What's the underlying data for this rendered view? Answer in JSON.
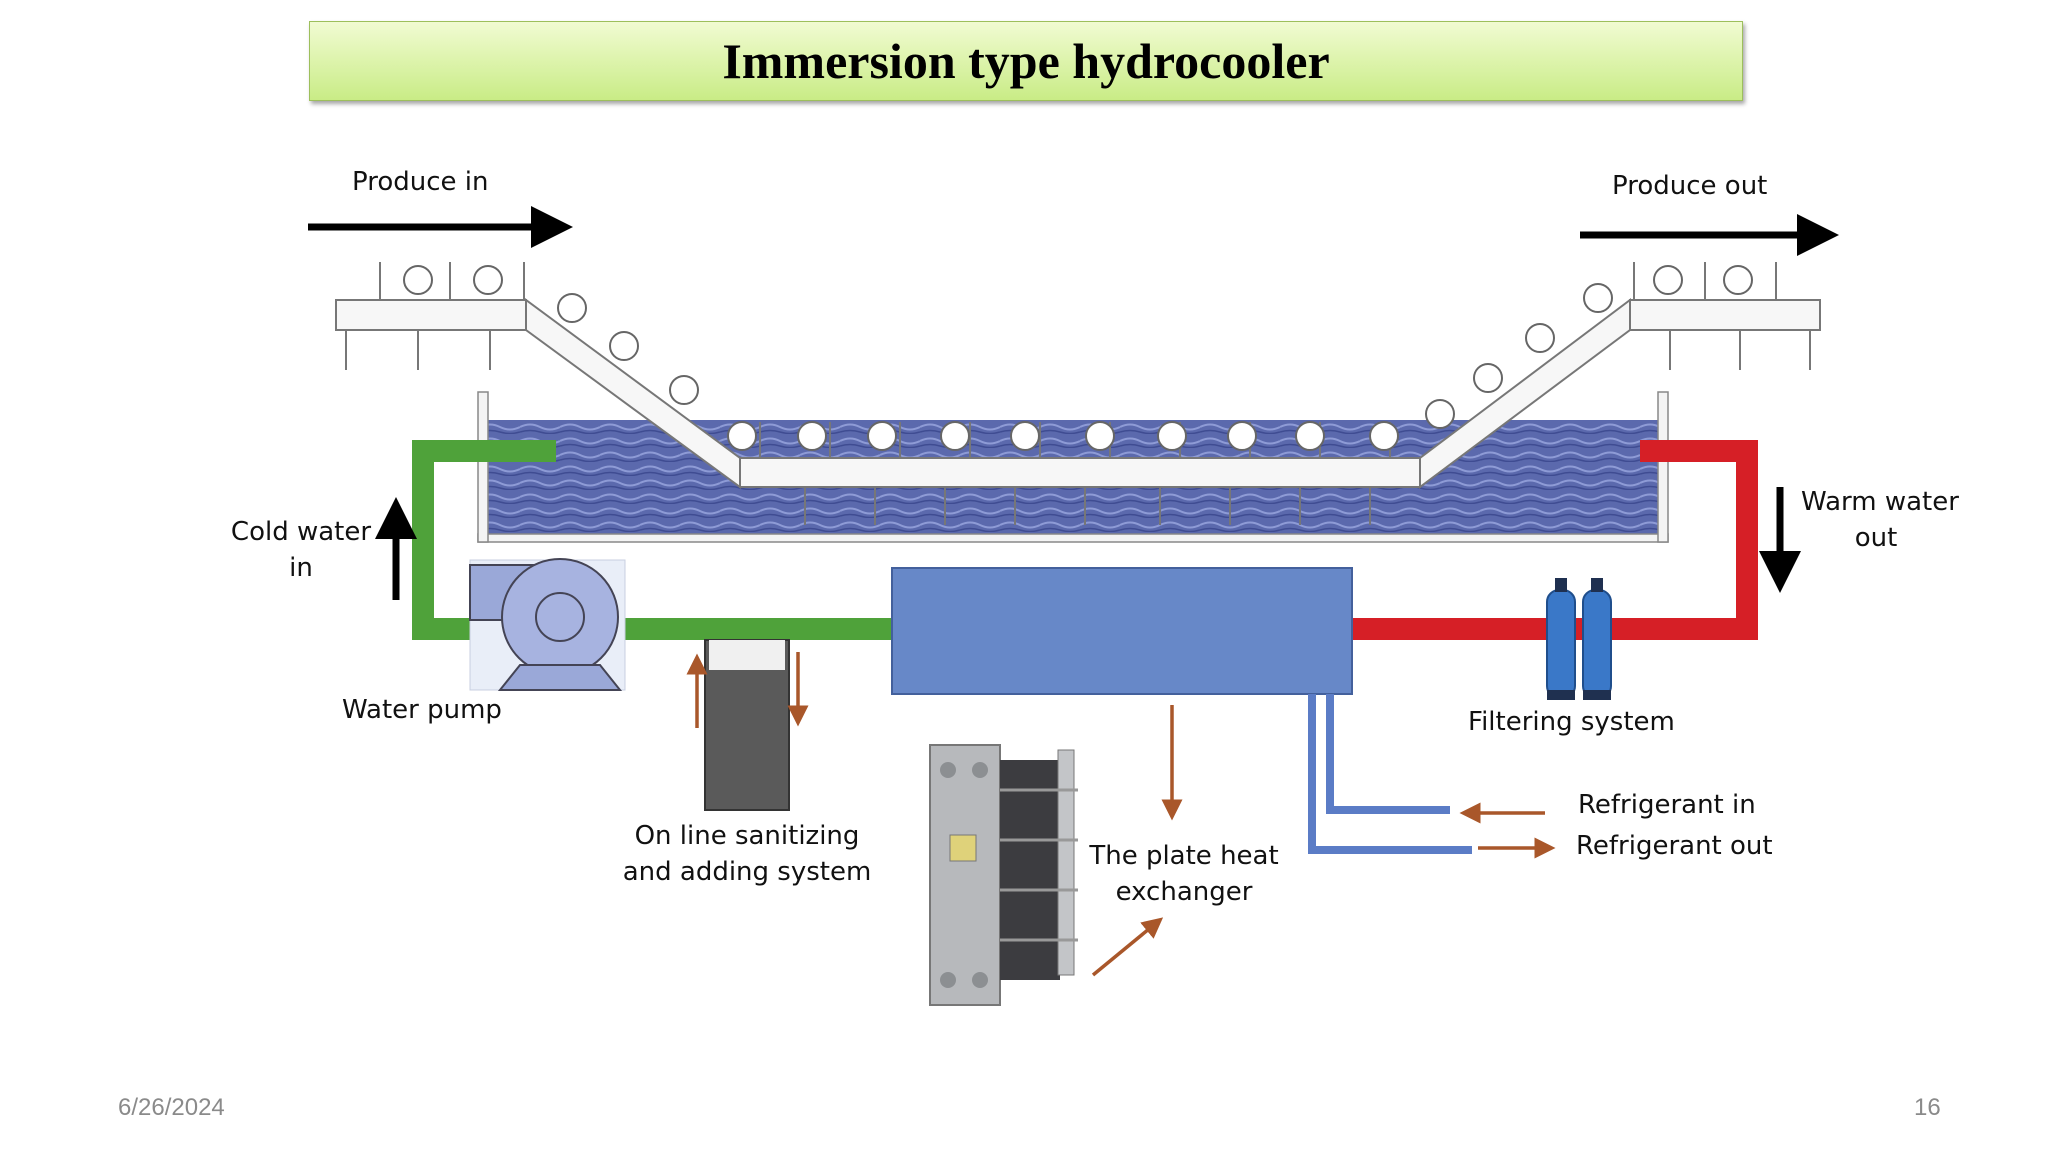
{
  "title": "Immersion type hydrocooler",
  "labels": {
    "produce_in": "Produce in",
    "produce_out": "Produce out",
    "cold_water_in": [
      "Cold water",
      "in"
    ],
    "warm_water_out": [
      "Warm water",
      "out"
    ],
    "water_pump": "Water pump",
    "sanitizing": [
      "On line sanitizing",
      "and adding system"
    ],
    "plate_heat_exchanger": [
      "The plate heat",
      "exchanger"
    ],
    "filtering_system": "Filtering system",
    "refrigerant_in": "Refrigerant in",
    "refrigerant_out": "Refrigerant out"
  },
  "footer": {
    "date": "6/26/2024",
    "page": "16"
  },
  "colors": {
    "cold_pipe": "#4fa23a",
    "warm_pipe": "#d61f26",
    "heat_exchanger": "#6788c8",
    "water": "#5e6db0",
    "arrow_brown": "#a9572a",
    "refrigerant_pipe": "#5b7cc6",
    "filter_tank": "#3a78c8"
  }
}
